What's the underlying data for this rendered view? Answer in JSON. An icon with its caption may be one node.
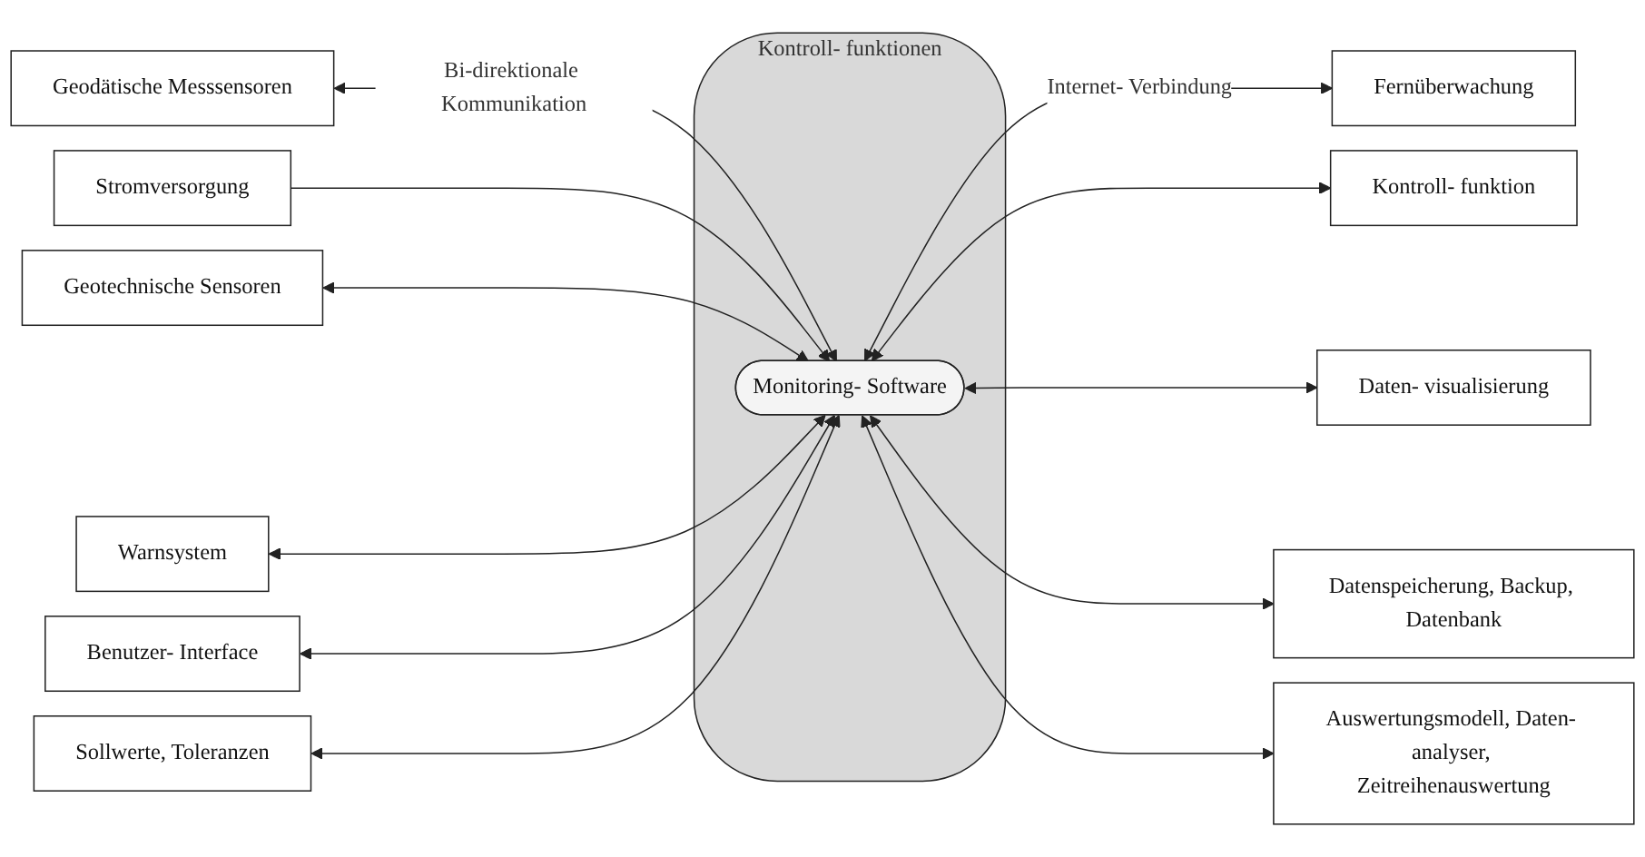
{
  "diagram": {
    "nodes": [
      {
        "text": [
          "Geodätische Messsensoren"
        ]
      },
      {
        "text": [
          "Stromversorgung"
        ]
      },
      {
        "text": [
          "Fernüberwachung"
        ]
      },
      {
        "text": [
          "Kontroll- funktion"
        ]
      },
      {
        "text": [
          "Geotechnische Sensoren"
        ]
      },
      {
        "text": [
          "Kontroll- funktionen"
        ]
      },
      {
        "text": [
          "Monitoring- Software"
        ],
        "in": 5
      },
      {
        "text": [
          "Daten- visualisierung"
        ]
      },
      {
        "text": [
          "Warnsystem"
        ]
      },
      {
        "text": [
          "Datenspeicherung, Backup, Datenbank"
        ]
      },
      {
        "text": [
          "Benutzer- Interface"
        ]
      },
      {
        "text": [
          "Sollwerte, Toleranzen"
        ]
      },
      {
        "text": [
          "Auswertungsmodell, Daten- analyser, Zeitreihenauswertung"
        ]
      }
    ],
    "edges": [
      {
        "from": 0,
        "to": 6,
        "arrow": "both",
        "label": "Bi-direktionale Kommunikation"
      },
      {
        "from": 1,
        "to": 6,
        "arrow": "to"
      },
      {
        "from": 6,
        "to": 2,
        "arrow": "both",
        "label": "Internet- Verbindung"
      },
      {
        "from": 6,
        "to": 3,
        "arrow": "both"
      },
      {
        "from": 4,
        "to": 6,
        "arrow": "both"
      },
      {
        "from": 6,
        "to": 7,
        "arrow": "both"
      },
      {
        "from": 8,
        "to": 6,
        "arrow": "both"
      },
      {
        "from": 6,
        "to": 9,
        "arrow": "both"
      },
      {
        "from": 10,
        "to": 6,
        "arrow": "both"
      },
      {
        "from": 11,
        "to": 6,
        "arrow": "both"
      },
      {
        "from": 6,
        "to": 12,
        "arrow": "both"
      }
    ]
  }
}
